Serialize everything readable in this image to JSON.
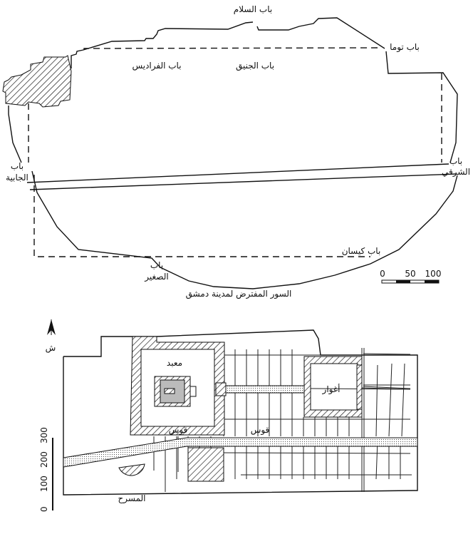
{
  "top_map": {
    "caption": "السور المفترض لمدينة دمشق",
    "gates": {
      "salam": "باب السلام",
      "tuma": "باب توما",
      "faradis": "باب الفراديس",
      "jeniq": "باب الجنيق",
      "sharqi_1": "باب",
      "sharqi_2": "الشرقي",
      "jabiya_1": "باب",
      "jabiya_2": "الجابية",
      "kaysan": "باب كيسان",
      "saghir_1": "باب",
      "saghir_2": "الصغير"
    },
    "scale": {
      "t0": "0",
      "t50": "50",
      "t100": "100"
    }
  },
  "bottom_plan": {
    "north": "ش",
    "temple": "معبد",
    "agora": "أغوار",
    "arch_1": "قوس",
    "arch_2": "قوس",
    "theatre": "المسرح",
    "scale": {
      "t0": "0",
      "t100": "100",
      "t200": "200",
      "t300": "300"
    }
  }
}
